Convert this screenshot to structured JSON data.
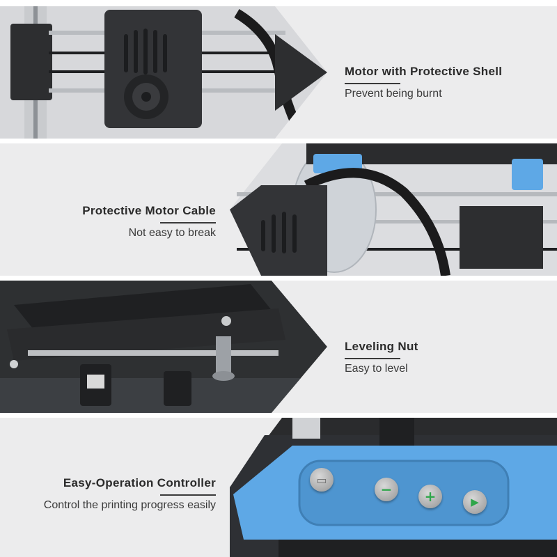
{
  "features": [
    {
      "title": "Motor with Protective Shell",
      "subtitle": "Prevent being burnt"
    },
    {
      "title": "Protective Motor Cable",
      "subtitle": "Not easy to break"
    },
    {
      "title": "Leveling Nut",
      "subtitle": "Easy to level"
    },
    {
      "title": "Easy-Operation Controller",
      "subtitle": "Control the printing progress easily"
    }
  ],
  "controller": {
    "buttons": [
      {
        "icon": "card-icon",
        "glyph": "▭"
      },
      {
        "icon": "minus-icon",
        "glyph": "−"
      },
      {
        "icon": "plus-icon",
        "glyph": "+"
      },
      {
        "icon": "play-icon",
        "glyph": "▶"
      }
    ]
  },
  "colors": {
    "accent_blue": "#5ea8e6",
    "panel_bg": "#ececed",
    "machine_black": "#2b2c2e",
    "button_green": "#2fa64a"
  }
}
